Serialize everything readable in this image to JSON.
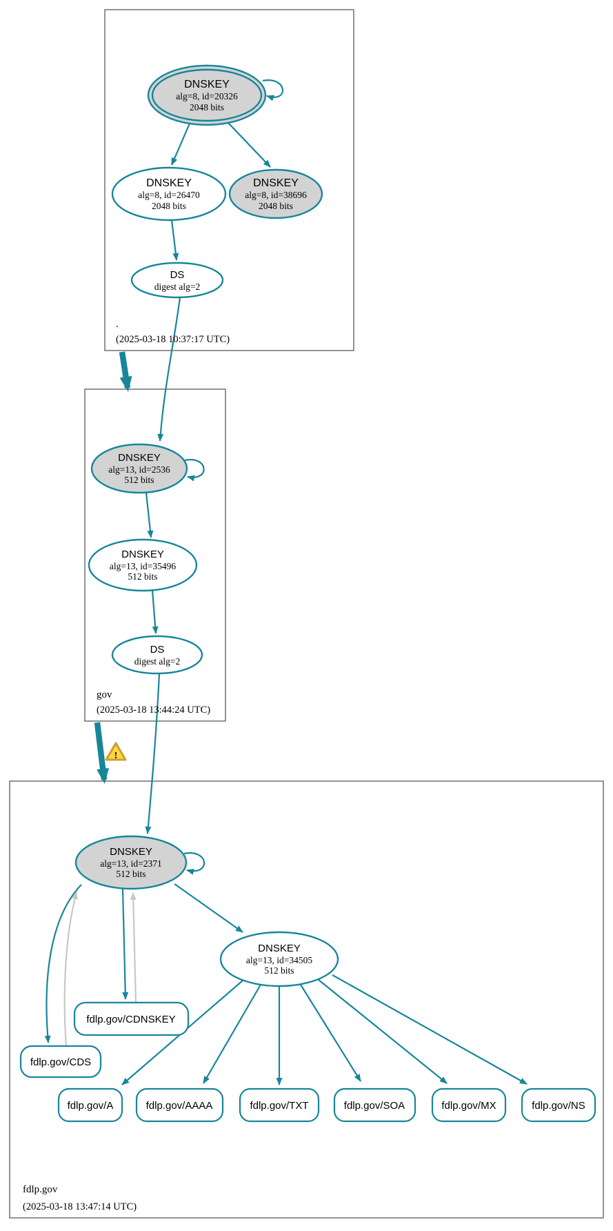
{
  "diagram": {
    "type": "dnssec-authentication-chain",
    "warning_glyph": "!",
    "colors": {
      "edge_secure": "#178699",
      "edge_dependent": "#c8c8c8",
      "ksk_fill": "#d3d3d3",
      "node_fill": "#ffffff",
      "zone_border": "#4d4d4d",
      "warning_fill": "#ffd83d",
      "warning_border": "#cc9f2f"
    },
    "zones": [
      {
        "name": ".",
        "timestamp": "(2025-03-18 10:37:17 UTC)",
        "nodes": {
          "ksk": {
            "title": "DNSKEY",
            "line1": "alg=8, id=20326",
            "line2": "2048 bits"
          },
          "zsk": {
            "title": "DNSKEY",
            "line1": "alg=8, id=26470",
            "line2": "2048 bits"
          },
          "key2": {
            "title": "DNSKEY",
            "line1": "alg=8, id=38696",
            "line2": "2048 bits"
          },
          "ds": {
            "title": "DS",
            "line1": "digest alg=2"
          }
        }
      },
      {
        "name": "gov",
        "timestamp": "(2025-03-18 13:44:24 UTC)",
        "nodes": {
          "ksk": {
            "title": "DNSKEY",
            "line1": "alg=13, id=2536",
            "line2": "512 bits"
          },
          "zsk": {
            "title": "DNSKEY",
            "line1": "alg=13, id=35496",
            "line2": "512 bits"
          },
          "ds": {
            "title": "DS",
            "line1": "digest alg=2"
          }
        }
      },
      {
        "name": "fdlp.gov",
        "timestamp": "(2025-03-18 13:47:14 UTC)",
        "nodes": {
          "ksk": {
            "title": "DNSKEY",
            "line1": "alg=13, id=2371",
            "line2": "512 bits"
          },
          "zsk": {
            "title": "DNSKEY",
            "line1": "alg=13, id=34505",
            "line2": "512 bits"
          }
        },
        "rrsets": [
          {
            "label": "fdlp.gov/CDNSKEY"
          },
          {
            "label": "fdlp.gov/CDS"
          },
          {
            "label": "fdlp.gov/A"
          },
          {
            "label": "fdlp.gov/AAAA"
          },
          {
            "label": "fdlp.gov/TXT"
          },
          {
            "label": "fdlp.gov/SOA"
          },
          {
            "label": "fdlp.gov/MX"
          },
          {
            "label": "fdlp.gov/NS"
          }
        ]
      }
    ]
  }
}
